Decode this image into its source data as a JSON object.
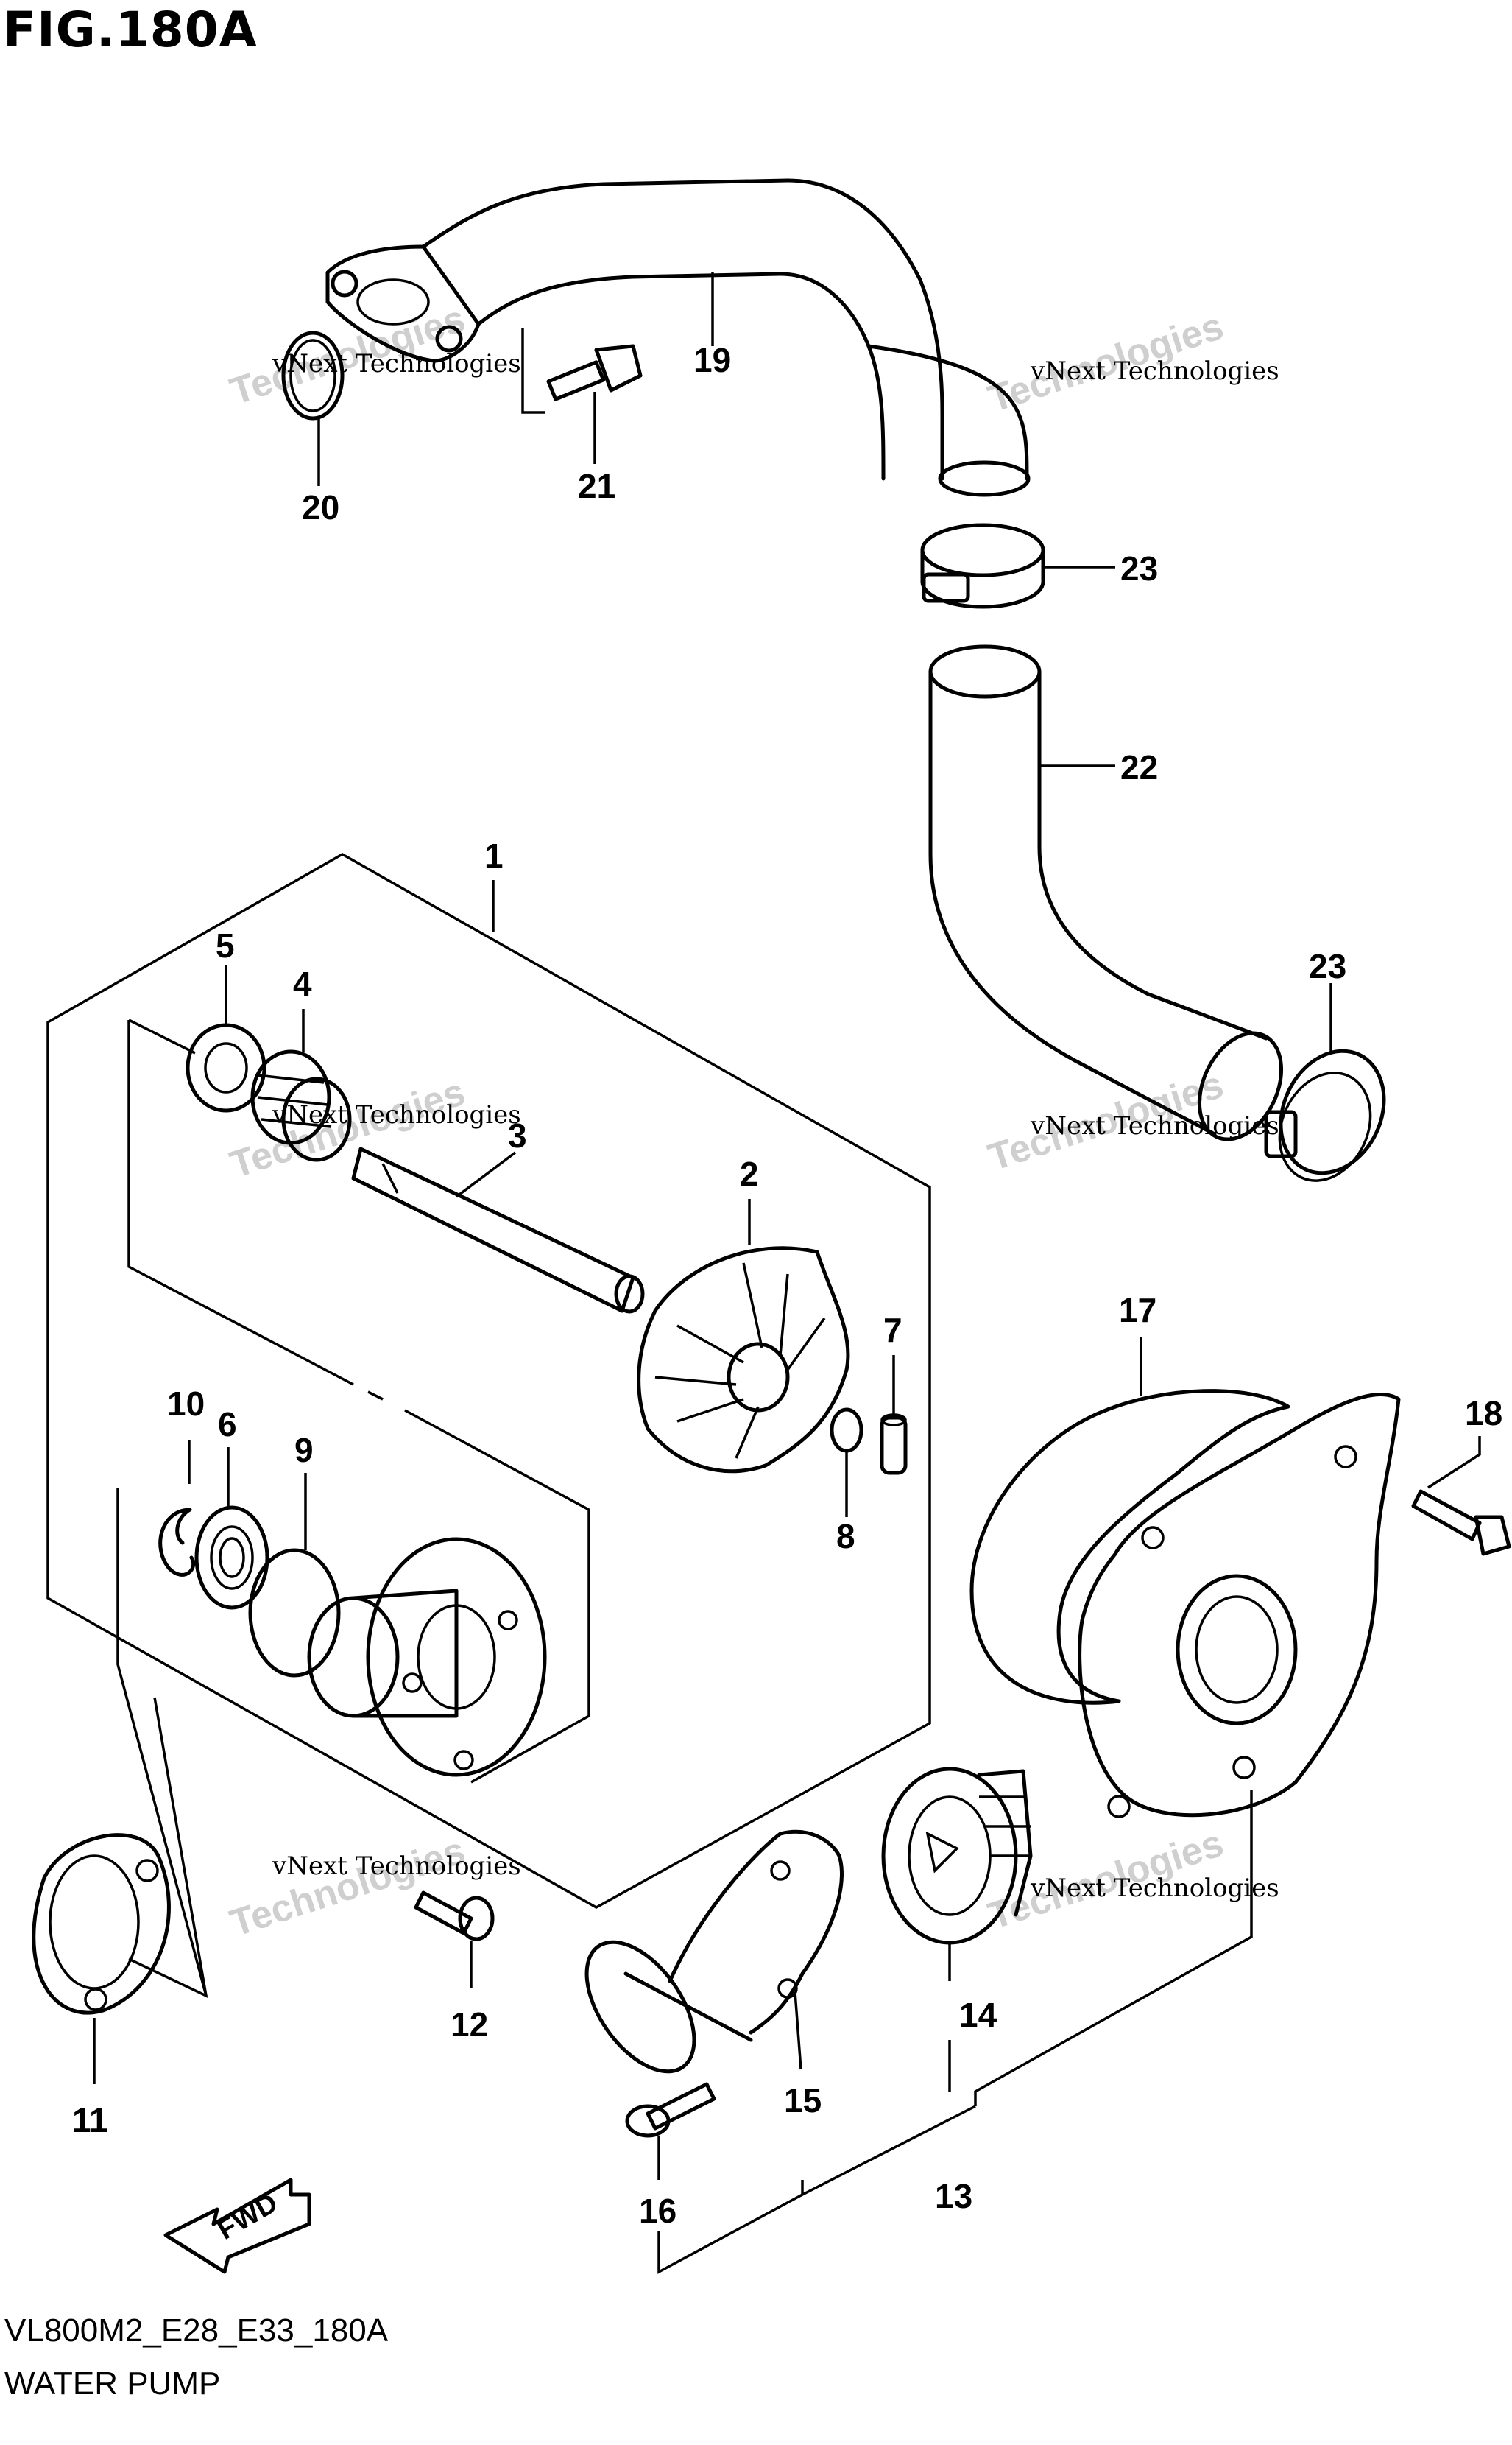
{
  "figure": {
    "title": "FIG.180A",
    "model_code": "VL800M2_E28_E33_180A",
    "section_name": "WATER PUMP"
  },
  "labels": {
    "p1": "1",
    "p2": "2",
    "p3": "3",
    "p4": "4",
    "p5": "5",
    "p6": "6",
    "p7": "7",
    "p8": "8",
    "p9": "9",
    "p10": "10",
    "p11": "11",
    "p12": "12",
    "p13": "13",
    "p14": "14",
    "p15": "15",
    "p16": "16",
    "p17": "17",
    "p18": "18",
    "p19": "19",
    "p20": "20",
    "p21": "21",
    "p22": "22",
    "p23a": "23",
    "p23b": "23"
  },
  "fwd_label": "FWD",
  "watermark": {
    "line1": "vNext Technologies",
    "line2": "Technologies"
  },
  "colors": {
    "ink": "#000000",
    "background": "#ffffff",
    "watermark": "#cfcfcf"
  }
}
